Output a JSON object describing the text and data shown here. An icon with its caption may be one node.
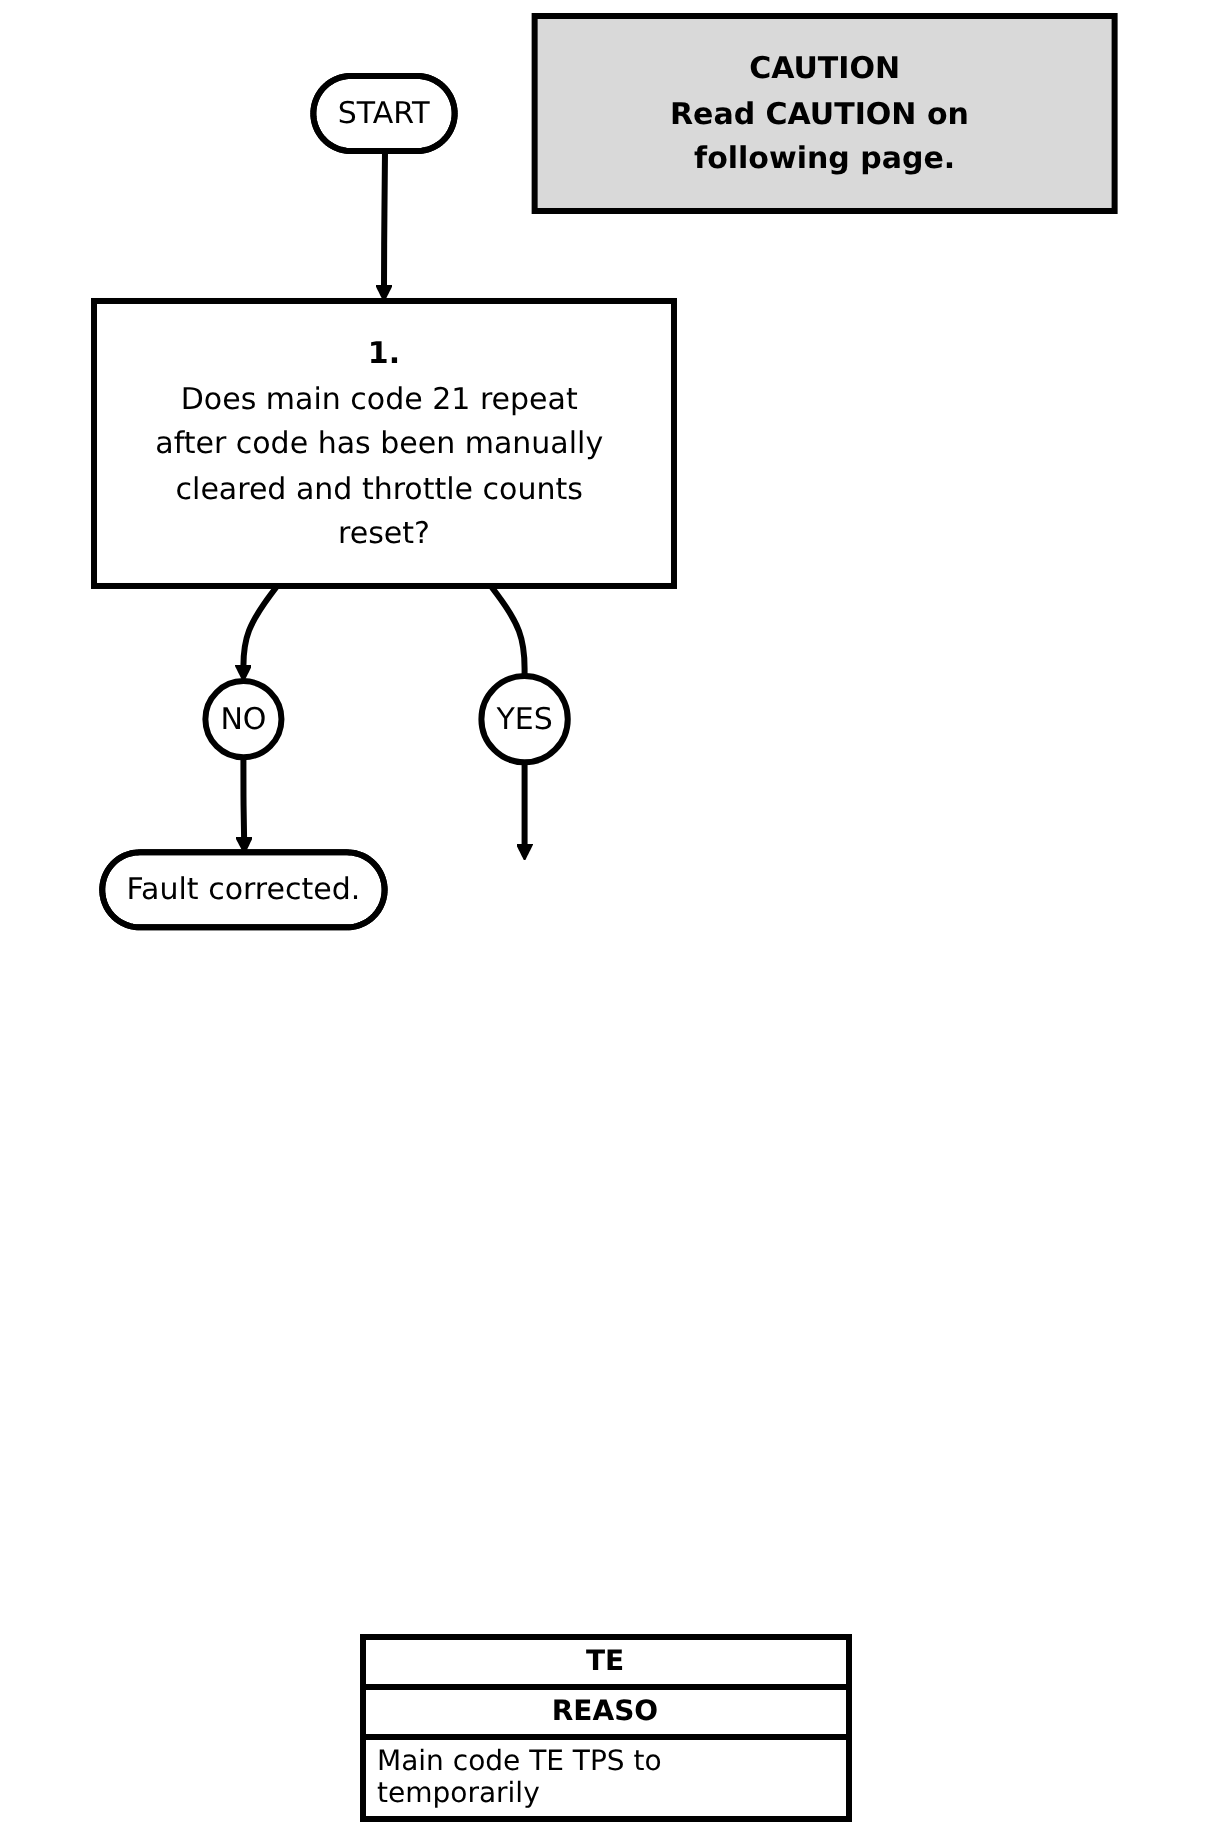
{
  "diagram": {
    "nodes": [
      {
        "text": [
          "START"
        ]
      },
      {
        "text": [
          "1.",
          "Does main code 21 repeat after code has been manually cleared and throttle counts reset?"
        ]
      },
      {
        "text": [
          "CAUTION",
          "Read CAUTION on following page."
        ]
      },
      {
        "text": [
          "NO"
        ]
      },
      {
        "text": [
          "YES"
        ]
      },
      {
        "text": [
          "Fault corrected."
        ]
      }
    ],
    "edges": [
      {
        "from": 0,
        "to": 1,
        "arrow": "to"
      },
      {
        "from": 1,
        "to": 3,
        "arrow": "to"
      },
      {
        "from": 1,
        "to": 4,
        "arrow": "none"
      },
      {
        "from": 3,
        "to": 5,
        "arrow": "to"
      },
      {
        "from": 4,
        "to": null,
        "arrow": "to"
      }
    ],
    "labels": [
      "TE",
      "REASO",
      "Main code TE TPS to temporarily"
    ]
  }
}
